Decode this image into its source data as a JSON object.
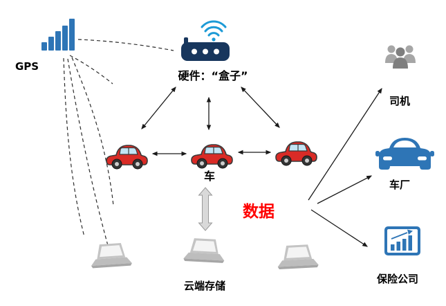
{
  "labels": {
    "gps": "GPS",
    "hardware_box": "硬件：“盒子”",
    "car": "车",
    "data": "数据",
    "cloud_storage": "云端存储",
    "driver": "司机",
    "car_factory": "车厂",
    "insurance_company": "保险公司"
  },
  "colors": {
    "signal_blue": "#2E75B6",
    "router_navy": "#17365D",
    "wifi_blue": "#1C9AD6",
    "car_red": "#D92B26",
    "car_window_blue": "#C2E4F4",
    "laptop_gray": "#C4C4C4",
    "people_gray_back": "#A6A6A6",
    "people_gray_front": "#7F7F7F",
    "data_text_red": "#FF0000",
    "thick_arrow_gray": "#D9D9D9",
    "arrow_black": "#1A1A1A"
  }
}
